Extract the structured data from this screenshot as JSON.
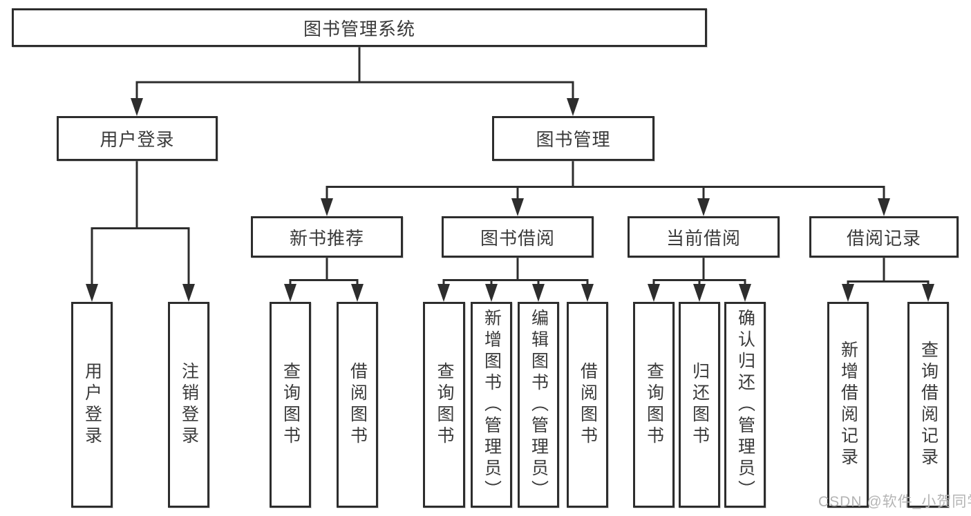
{
  "diagram": {
    "title": "图书管理系统",
    "level2": [
      "用户登录",
      "图书管理"
    ],
    "level3": [
      "新书推荐",
      "图书借阅",
      "当前借阅",
      "借阅记录"
    ],
    "leaves": {
      "user_login": [
        "用户登录",
        "注销登录"
      ],
      "new_books": [
        "查询图书",
        "借阅图书"
      ],
      "book_borrow": [
        "查询图书",
        "新增图书（管理员）",
        "编辑图书（管理员）",
        "借阅图书"
      ],
      "current_borrow": [
        "查询图书",
        "归还图书",
        "确认归还（管理员）"
      ],
      "borrow_records": [
        "新增借阅记录",
        "查询借阅记录"
      ]
    }
  },
  "watermark": "CSDN @软件_小贺同学",
  "colors": {
    "line": "#2d2d2d",
    "text": "#3a3a3a",
    "watermark": "#b4b4b4",
    "background": "#ffffff"
  }
}
